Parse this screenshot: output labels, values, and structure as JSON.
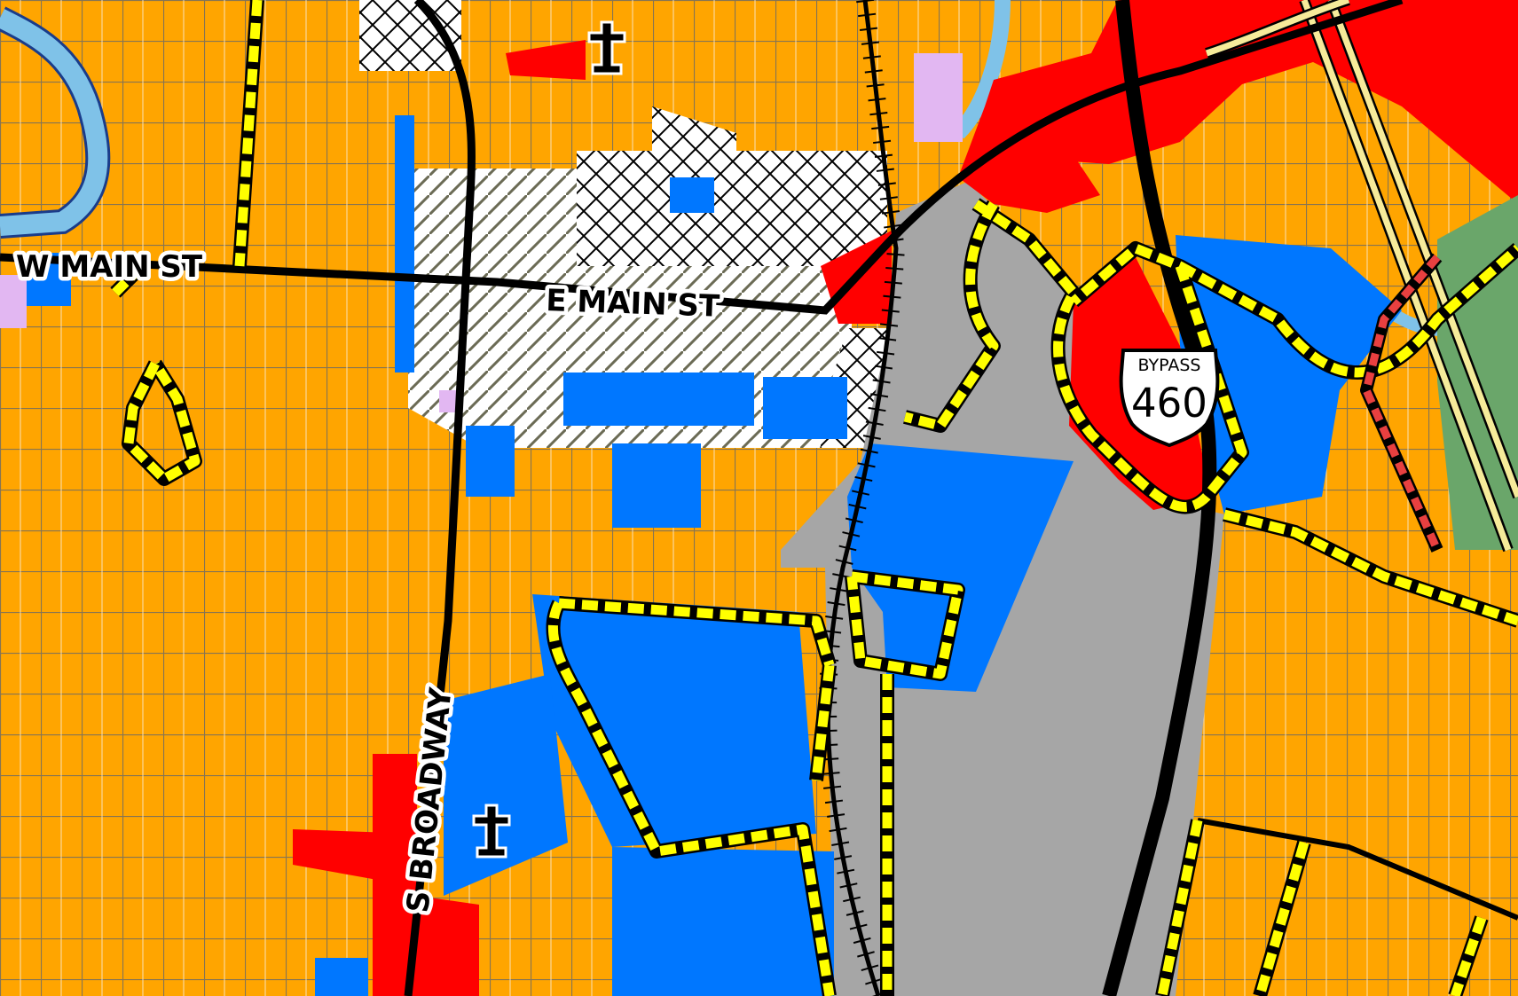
{
  "map": {
    "labels": {
      "w_main_st": "W MAIN ST",
      "e_main_st": "E MAIN ST",
      "s_broadway": "S BROADWAY"
    },
    "shield": {
      "top_text": "BYPASS",
      "number": "460"
    },
    "icons": [
      "church-cross-icon",
      "church-cross-icon"
    ],
    "colors": {
      "residential": "#ffa500",
      "commercial": "#ff0000",
      "public_institutional": "#0077ff",
      "industrial": "#a6a6a6",
      "park_open_space": "#6aa66a",
      "mixed_use": "#e2b7f2",
      "downtown_hatch": "#ffffff",
      "water": "#7fc2e8",
      "boundary": "#ffff00",
      "roads": "#000000"
    }
  }
}
